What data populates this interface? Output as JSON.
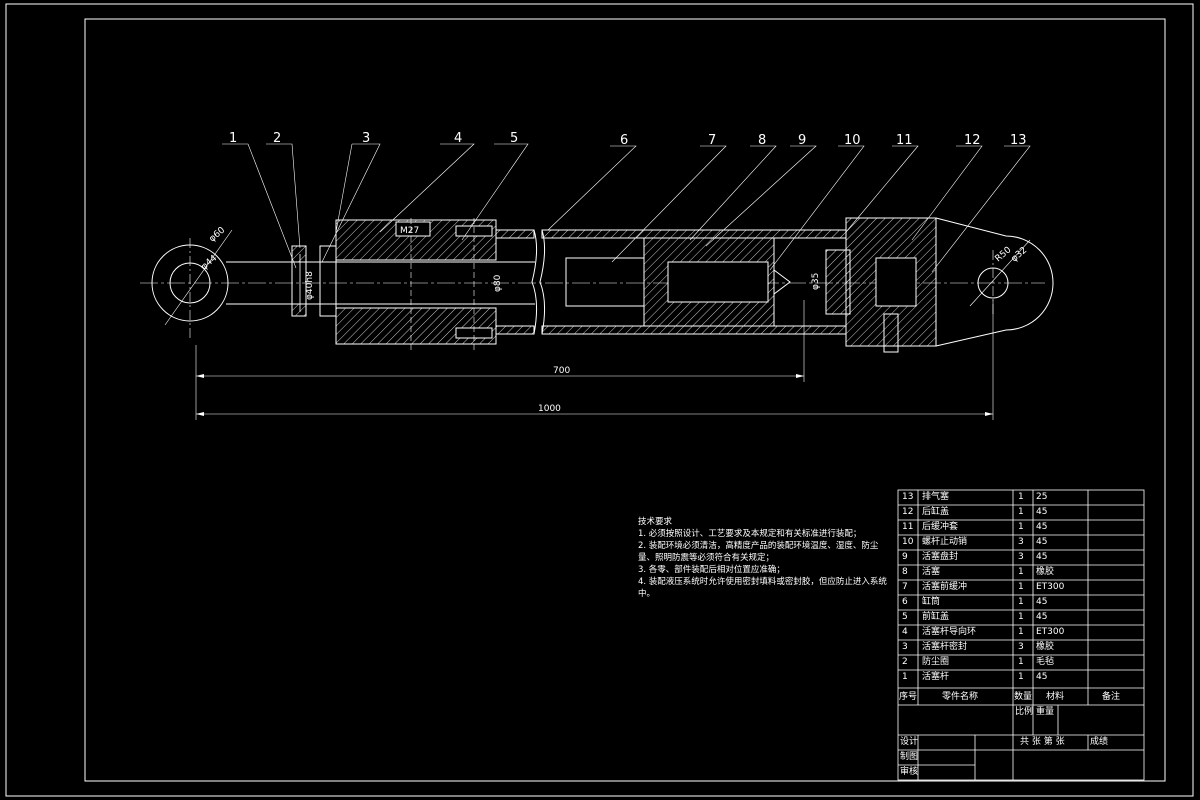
{
  "callouts": [
    "1",
    "2",
    "3",
    "4",
    "5",
    "6",
    "7",
    "8",
    "9",
    "10",
    "11",
    "12",
    "13"
  ],
  "dimensions": {
    "rod_eye_outer": "φ60",
    "rod_eye_inner": "φ44",
    "rod_dia": "φ40h8",
    "thread": "M27",
    "bore": "φ80",
    "piston_rod_inner": "φ35",
    "rear_eye_outer": "R50",
    "rear_eye_inner": "φ32",
    "len_700": "700",
    "len_1000": "1000"
  },
  "tech_requirements": {
    "title": "技术要求",
    "items": [
      "1. 必须按照设计、工艺要求及本规定和有关标准进行装配；",
      "2. 装配环境必须清洁，高精度产品的装配环境温度、湿度、防尘量、照明防震等必须符合有关规定；",
      "3. 各零、部件装配后相对位置应准确；",
      "4. 装配液压系统时允许使用密封填料或密封胶，但应防止进入系统中。"
    ]
  },
  "bom": {
    "rows": [
      {
        "no": "13",
        "name": "排气塞",
        "qty": "1",
        "material": "25",
        "note": ""
      },
      {
        "no": "12",
        "name": "后缸盖",
        "qty": "1",
        "material": "45",
        "note": ""
      },
      {
        "no": "11",
        "name": "后缓冲套",
        "qty": "1",
        "material": "45",
        "note": ""
      },
      {
        "no": "10",
        "name": "螺杆止动销",
        "qty": "3",
        "material": "45",
        "note": ""
      },
      {
        "no": "9",
        "name": "活塞盘封",
        "qty": "3",
        "material": "45",
        "note": ""
      },
      {
        "no": "8",
        "name": "活塞",
        "qty": "1",
        "material": "橡胶",
        "note": ""
      },
      {
        "no": "7",
        "name": "活塞前缓冲",
        "qty": "1",
        "material": "ET300",
        "note": ""
      },
      {
        "no": "6",
        "name": "缸筒",
        "qty": "1",
        "material": "45",
        "note": ""
      },
      {
        "no": "5",
        "name": "前缸盖",
        "qty": "1",
        "material": "45",
        "note": ""
      },
      {
        "no": "4",
        "name": "活塞杆导向环",
        "qty": "1",
        "material": "ET300",
        "note": ""
      },
      {
        "no": "3",
        "name": "活塞杆密封",
        "qty": "3",
        "material": "橡胶",
        "note": ""
      },
      {
        "no": "2",
        "name": "防尘圈",
        "qty": "1",
        "material": "毛毡",
        "note": ""
      },
      {
        "no": "1",
        "name": "活塞杆",
        "qty": "1",
        "material": "45",
        "note": ""
      }
    ],
    "header": {
      "no": "序号",
      "name": "零件名称",
      "qty": "数量",
      "material": "材料",
      "note": "备注"
    }
  },
  "title_block": {
    "scale": "比例",
    "weight": "重量",
    "design": "设计",
    "drawing": "制图",
    "review": "审核",
    "sheets": "共 张 第 张",
    "grade": "成绩"
  }
}
